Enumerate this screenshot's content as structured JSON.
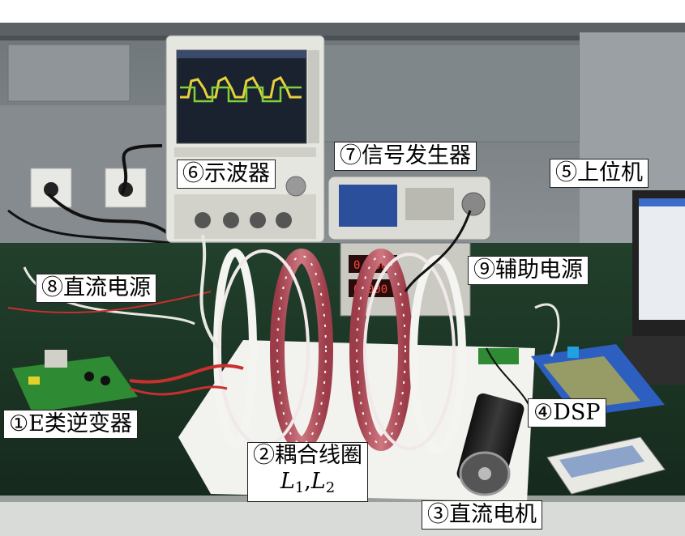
{
  "labels": {
    "inverter": "①E类逆变器",
    "coupling_coil": "②耦合线圈",
    "coil_L": "L",
    "coil_sub1": "1",
    "coil_comma": ",",
    "coil_sub2": "2",
    "dc_motor": "③直流电机",
    "dsp": "④DSP",
    "host_pc": "⑤上位机",
    "oscilloscope": "⑥示波器",
    "signal_generator": "⑦信号发生器",
    "dc_power": "⑧直流电源",
    "aux_power": "⑨辅助电源"
  },
  "colors": {
    "bench_green": "#1c3a26",
    "wall_gray": "#7d8488",
    "coil_red": "#b85560",
    "trace_green": "#7fd13a",
    "trace_yellow": "#e6d23a",
    "pcb_green": "#2f8a34"
  }
}
